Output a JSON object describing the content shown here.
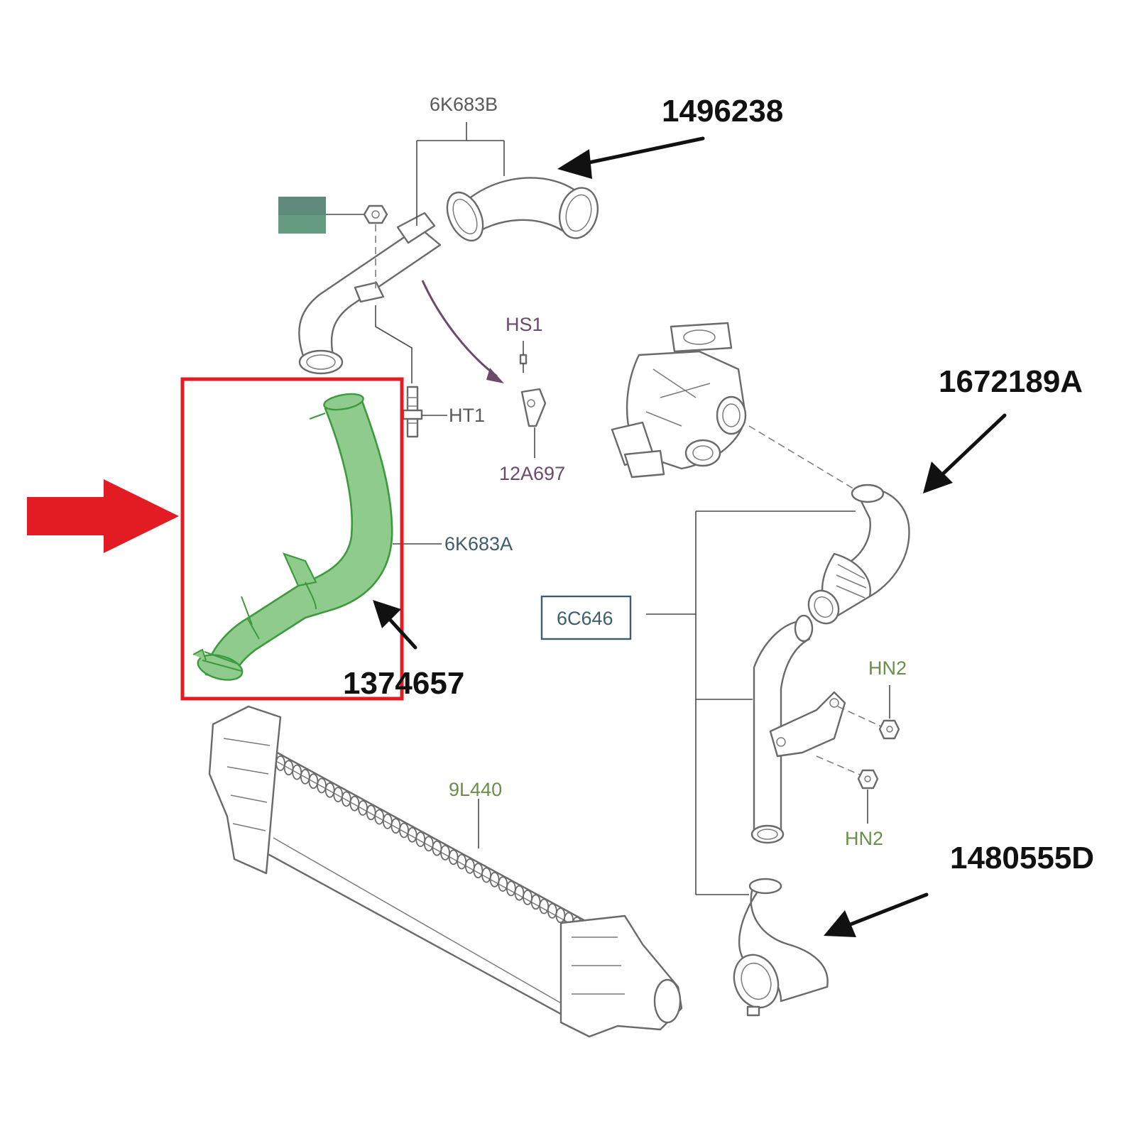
{
  "colors": {
    "highlight_box": "#e31b23",
    "highlight_arrow": "#e31b23",
    "highlighted_part": "#8fcb8c",
    "highlighted_outline": "#3d9a3d",
    "label_gray": "#5a5a5a",
    "label_purple": "#6b4a6a",
    "label_green": "#6c8e4c",
    "label_teal": "#3f5d6a",
    "label_black": "#111111",
    "swatch": "#4a8a6a"
  },
  "labels": {
    "p_6k683b": "6K683B",
    "p_1496238": "1496238",
    "p_hs1": "HS1",
    "p_ht1": "HT1",
    "p_12a697": "12A697",
    "p_1672189a": "1672189A",
    "p_6k683a": "6K683A",
    "p_6c646": "6C646",
    "p_1374657": "1374657",
    "p_hn2_top": "HN2",
    "p_hn2_bottom": "HN2",
    "p_9l440": "9L440",
    "p_1480555d": "1480555D"
  }
}
